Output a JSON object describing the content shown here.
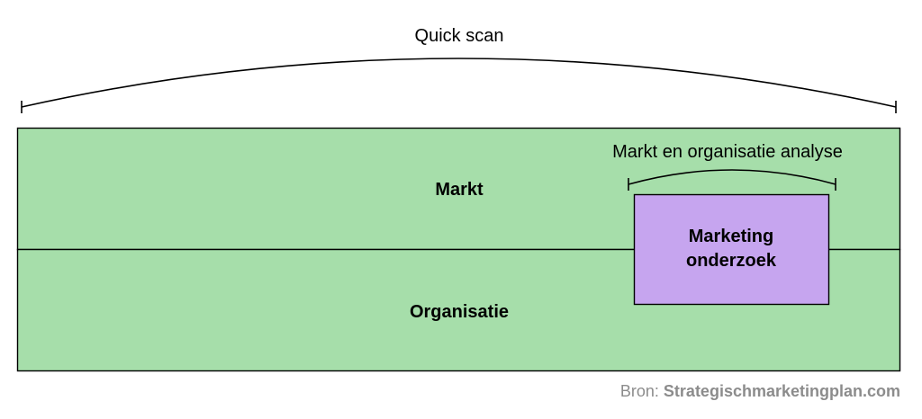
{
  "diagram": {
    "quick_scan_label": "Quick scan",
    "market_label": "Markt",
    "organisation_label": "Organisatie",
    "analysis_label": "Markt en organisatie analyse",
    "research_label": "Marketing onderzoek"
  },
  "source": {
    "prefix": "Bron:",
    "site": "Strategischmarketingplan.com"
  },
  "colors": {
    "region_fill": "#a6deaa",
    "research_fill": "#c6a5ef",
    "stroke": "#000000",
    "source_text": "#8c8c8c"
  }
}
